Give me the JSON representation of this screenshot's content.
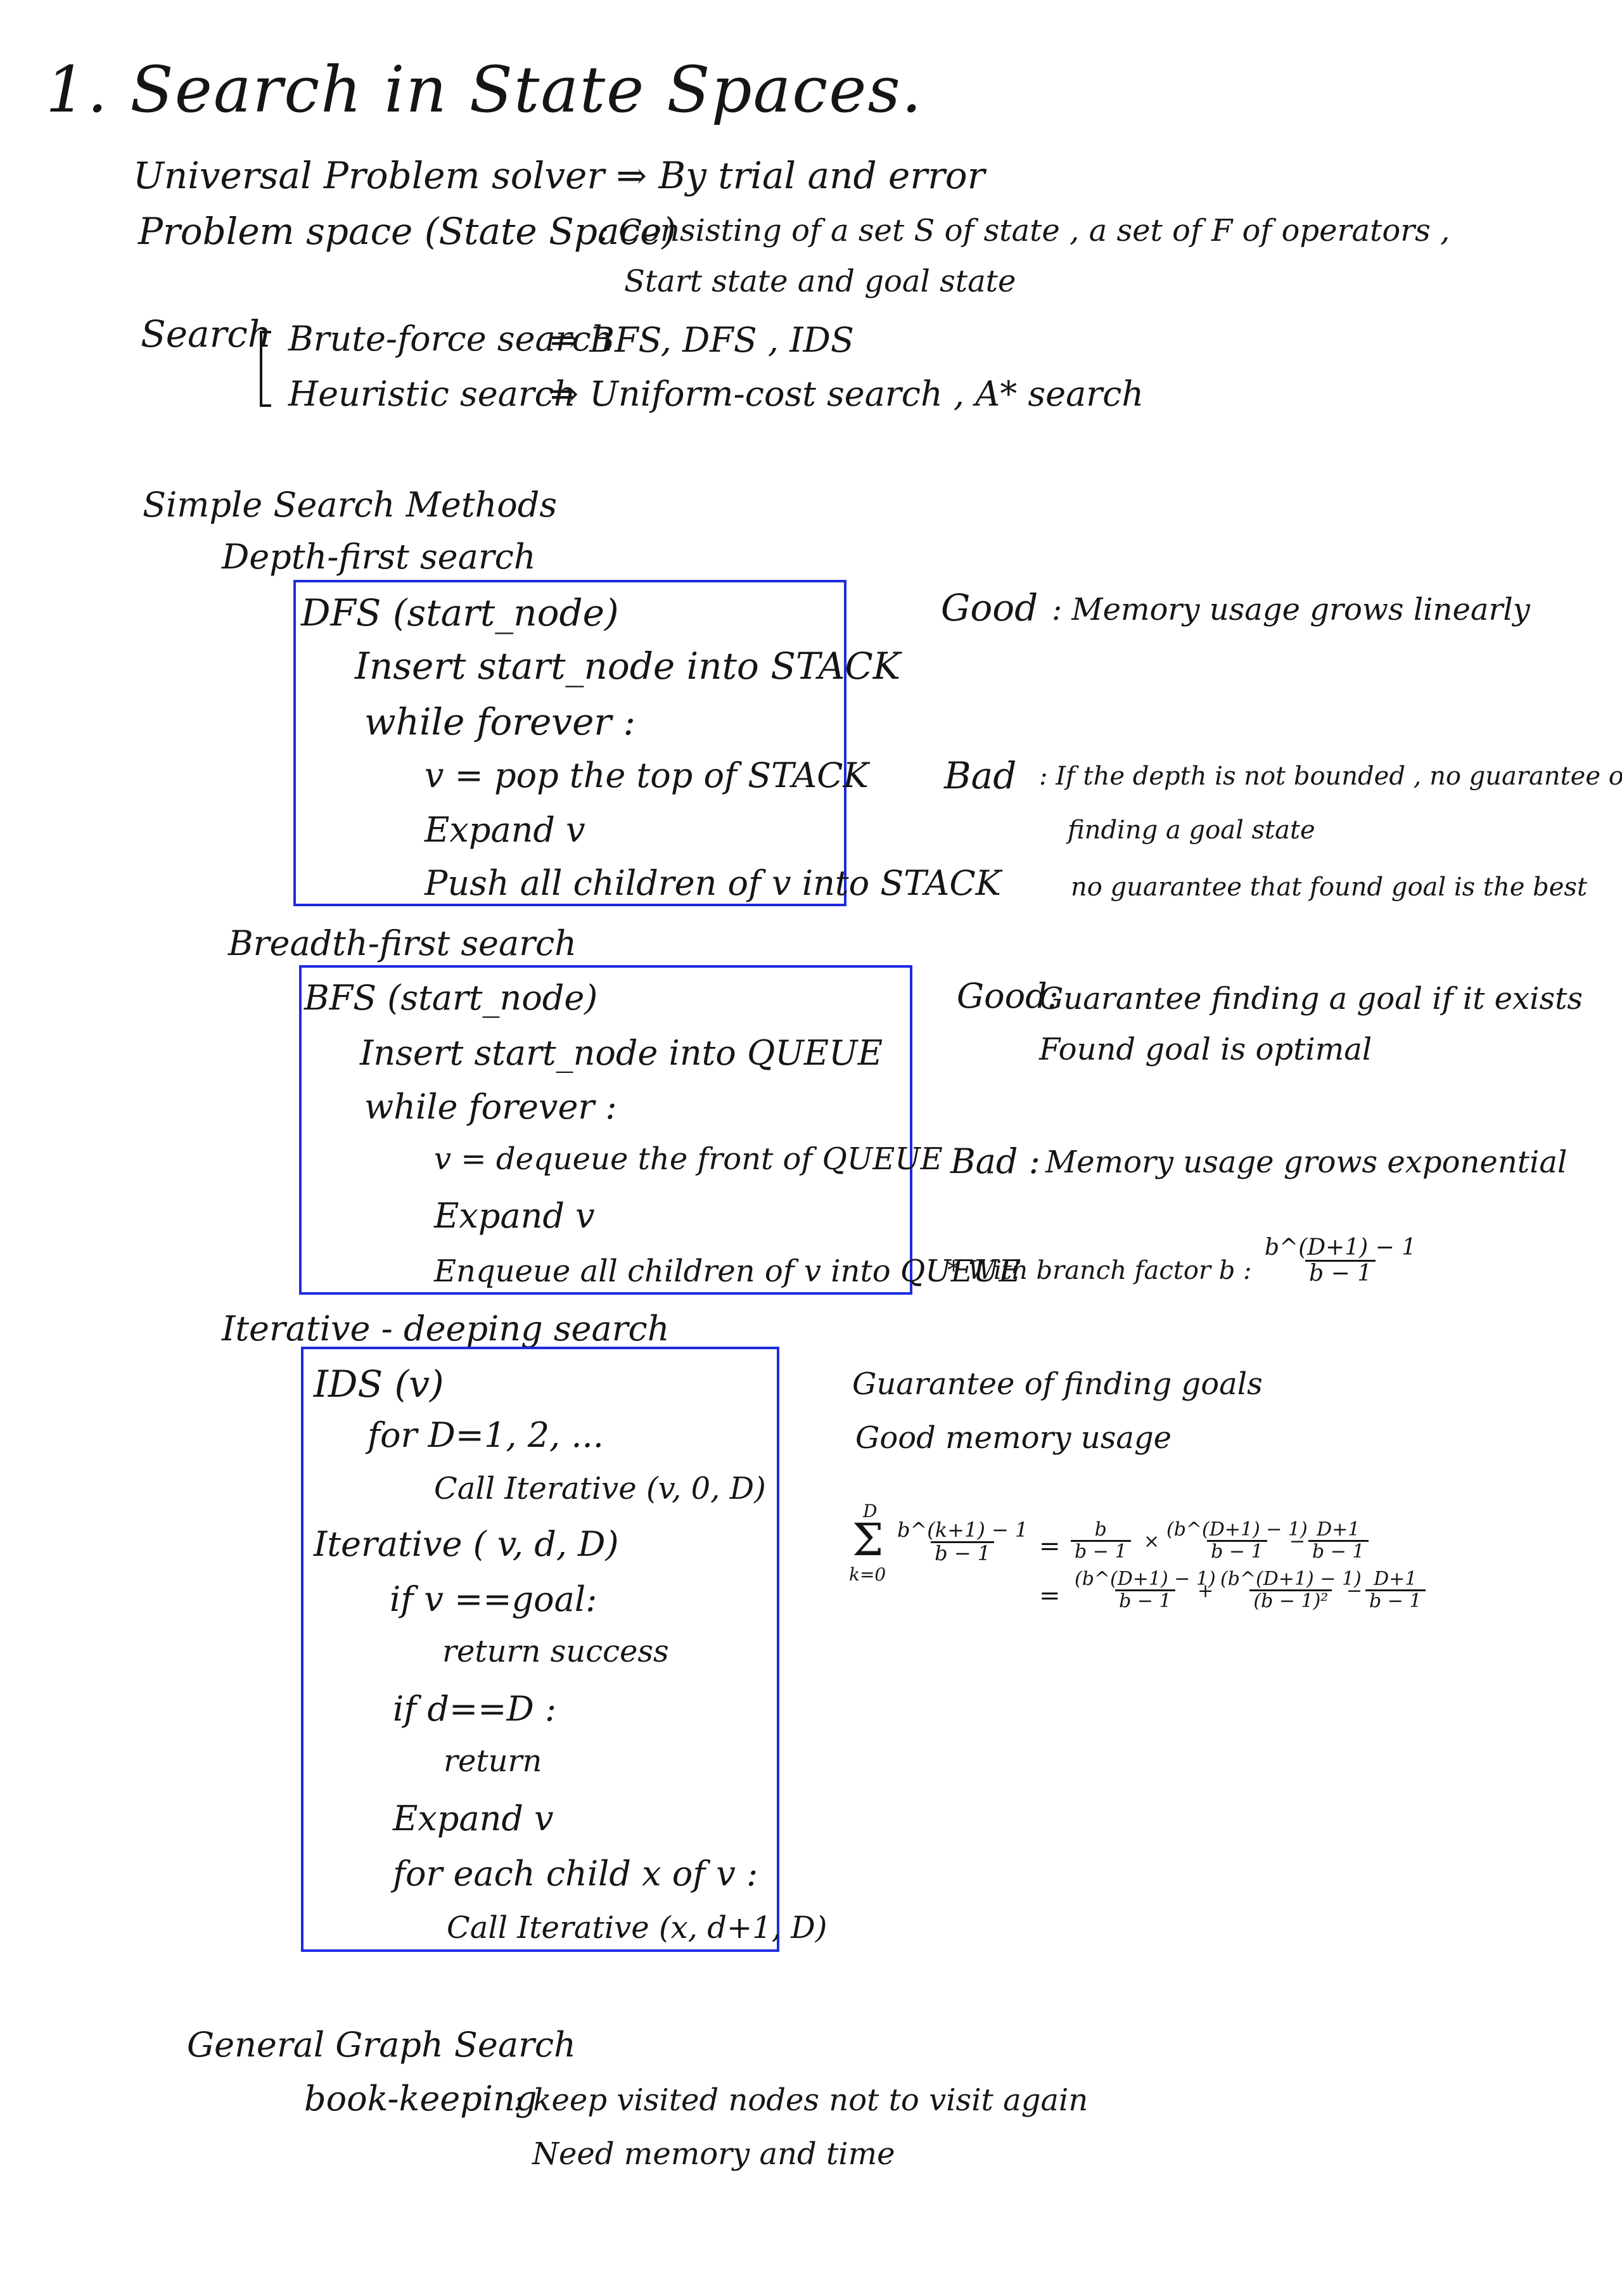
{
  "title": "1. Search in State Spaces.",
  "intro": {
    "ups": "Universal Problem solver ⇒ By trial and error",
    "ps_label": "Problem space (State Space)",
    "ps_desc1": ": Consisting of a set S of state , a set of F of operators ,",
    "ps_desc2": "Start state and goal state",
    "search_label": "Search",
    "brute": "Brute-force search",
    "brute_arrow": "⇒ BFS, DFS , IDS",
    "heuristic": "Heuristic search",
    "heuristic_arrow": "⇒ Uniform-cost search , A* search"
  },
  "simple": {
    "heading": "Simple Search Methods",
    "dfs": {
      "heading": "Depth-first search",
      "code": [
        "DFS (start_node)",
        "Insert start_node into STACK",
        "while forever :",
        "v = pop the top of STACK",
        "Expand v",
        "Push all children of v into STACK"
      ],
      "good_label": "Good",
      "good_text": ": Memory usage grows linearly",
      "bad_label": "Bad",
      "bad_text1": ": If the depth is not bounded , no guarantee of",
      "bad_text2": "finding a goal state",
      "bad_text3": "no guarantee that found goal is the best"
    },
    "bfs": {
      "heading": "Breadth-first search",
      "code": [
        "BFS (start_node)",
        "Insert start_node into QUEUE",
        "while forever :",
        "v = dequeue the front of QUEUE",
        "Expand v",
        "Enqueue all children of v into QUEUE"
      ],
      "good_label": "Good:",
      "good_text1": "Guarantee finding a goal if it exists",
      "good_text2": "Found goal is optimal",
      "bad_label": "Bad :",
      "bad_text": "Memory usage grows exponential",
      "branch_note": "* With branch factor b :",
      "branch_num": "b^(D+1) − 1",
      "branch_den": "b − 1"
    },
    "ids": {
      "heading": "Iterative - deeping search",
      "code": [
        "IDS (v)",
        "for D=1, 2, ...",
        "Call Iterative (v, 0, D)",
        "Iterative ( v, d, D)",
        "if v ==goal:",
        "return success",
        "if d==D :",
        "return",
        "Expand v",
        "for each child x of v :",
        "Call Iterative (x, d+1, D)"
      ],
      "note1": "Guarantee of finding goals",
      "note2": "Good memory usage",
      "sum_top": "D",
      "sum_bottom": "k=0",
      "sum_num": "b^(k+1) − 1",
      "sum_den": "b − 1",
      "eq1": {
        "f1_num": "b",
        "f1_den": "b − 1",
        "times": "×",
        "f2_num": "(b^(D+1) − 1)",
        "f2_den": "b − 1",
        "minus": "−",
        "f3_num": "D+1",
        "f3_den": "b − 1"
      },
      "eq2": {
        "f1_num": "(b^(D+1) − 1)",
        "f1_den": "b − 1",
        "plus": "+",
        "f2_num": "(b^(D+1) − 1)",
        "f2_den": "(b − 1)²",
        "minus": "−",
        "f3_num": "D+1",
        "f3_den": "b − 1"
      },
      "equals": "="
    }
  },
  "general": {
    "heading": "General Graph Search",
    "bookkeeping_label": "book-keeping",
    "bookkeeping_text1": ": keep visited nodes not to visit again",
    "bookkeeping_text2": "Need memory and time"
  }
}
